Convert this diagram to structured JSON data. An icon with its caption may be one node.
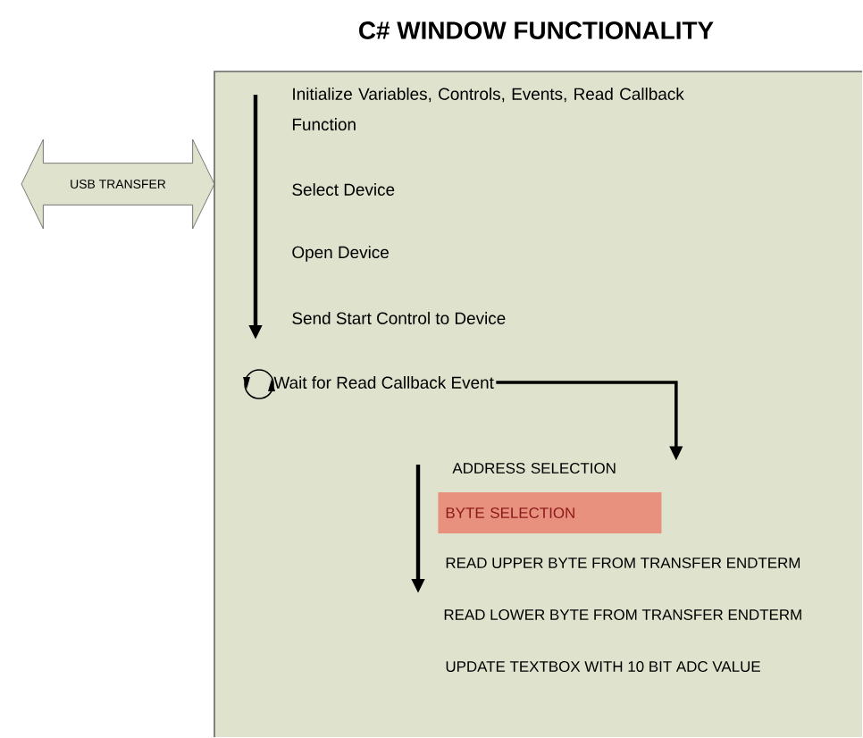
{
  "diagram": {
    "nodes": [
      {
        "text": [
          "C# WINDOW FUNCTIONALITY"
        ]
      },
      {
        "text": [
          "USB TRANSFER"
        ]
      },
      {
        "text": [
          "Wait for Read Callback Event"
        ],
        "in": 0
      },
      {
        "text": [
          "ADDRESS SELECTION"
        ],
        "in": 0
      },
      {
        "text": [
          "BYTE SELECTION"
        ],
        "in": 0
      }
    ],
    "edges": [
      {
        "from": 2,
        "to": 3,
        "arrow": "to"
      }
    ],
    "labels": [
      "Initialize Variables, Controls, Events, Read Callback Function",
      "Select Device",
      "Open Device",
      "Send Start Control to Device",
      "READ UPPER BYTE FROM TRANSFER ENDTERM",
      "READ LOWER BYTE FROM TRANSFER ENDTERM",
      "UPDATE TEXTBOX WITH 10 BIT ADC VALUE"
    ]
  }
}
